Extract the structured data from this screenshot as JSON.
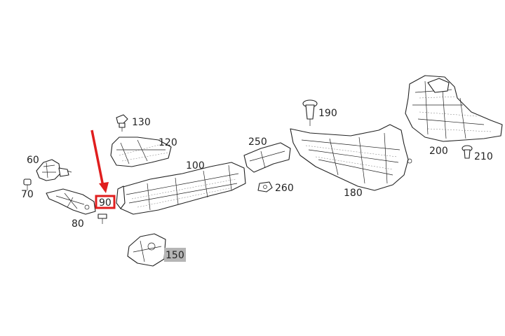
{
  "callouts": [
    {
      "id": "60",
      "text": "60"
    },
    {
      "id": "70",
      "text": "70"
    },
    {
      "id": "80",
      "text": "80"
    },
    {
      "id": "90",
      "text": "90"
    },
    {
      "id": "100",
      "text": "100"
    },
    {
      "id": "120",
      "text": "120"
    },
    {
      "id": "130",
      "text": "130"
    },
    {
      "id": "150",
      "text": "150"
    },
    {
      "id": "180",
      "text": "180"
    },
    {
      "id": "190",
      "text": "190"
    },
    {
      "id": "200",
      "text": "200"
    },
    {
      "id": "210",
      "text": "210"
    },
    {
      "id": "250",
      "text": "250"
    },
    {
      "id": "260",
      "text": "260"
    }
  ],
  "highlight": {
    "target": "90",
    "color": "#e01e1e",
    "label_bg": "#b5b5b5"
  },
  "colors": {
    "line": "#222222",
    "background": "#ffffff"
  }
}
